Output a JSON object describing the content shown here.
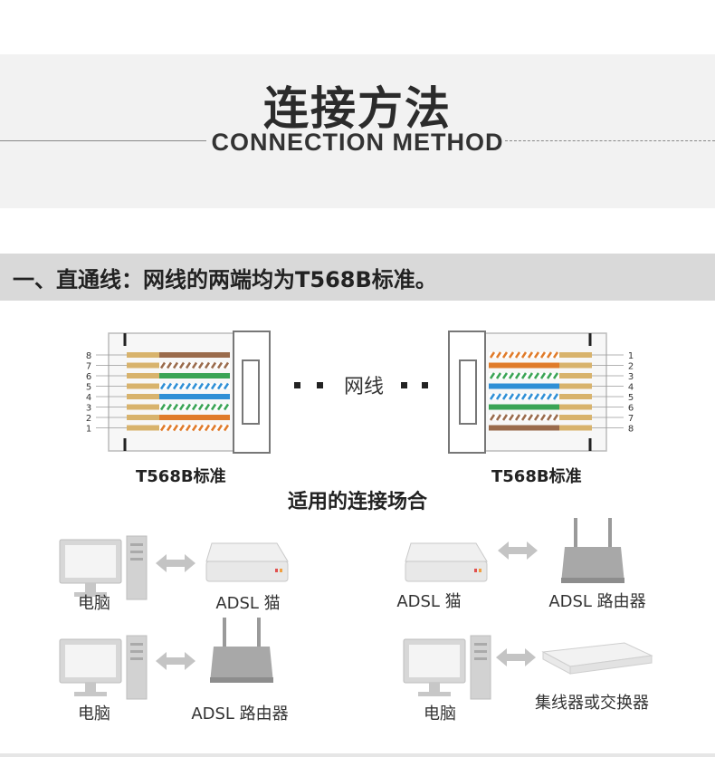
{
  "header": {
    "title": "连接方法",
    "subtitle": "CONNECTION METHOD"
  },
  "section": {
    "title": "一、直通线：网线的两端均为T568B标准。"
  },
  "diagram": {
    "left_label": "T568B标准",
    "right_label": "T568B标准",
    "cable_label": "网线",
    "left_pins": [
      "8",
      "7",
      "6",
      "5",
      "4",
      "3",
      "2",
      "1"
    ],
    "right_pins": [
      "1",
      "2",
      "3",
      "4",
      "5",
      "6",
      "7",
      "8"
    ]
  },
  "scenarios": {
    "title": "适用的连接场合",
    "pairs": [
      {
        "left": "电脑",
        "right": "ADSL 猫"
      },
      {
        "left": "ADSL 猫",
        "right": "ADSL 路由器"
      },
      {
        "left": "电脑",
        "right": "ADSL 路由器"
      },
      {
        "left": "电脑",
        "right": "集线器或交换器"
      }
    ]
  },
  "colors": {
    "orange": "#e07b2a",
    "green": "#3aa455",
    "blue": "#2f8fd6",
    "brown": "#9a6b4c",
    "pin_gold": "#d8b36c"
  }
}
